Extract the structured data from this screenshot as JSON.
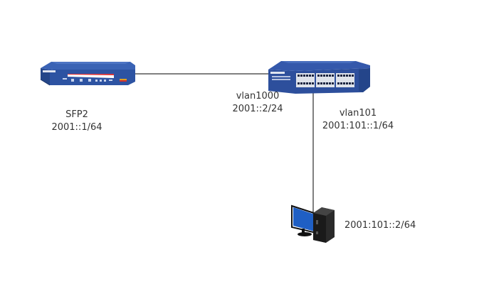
{
  "diagram": {
    "title": "",
    "nodes": [
      {
        "id": "router",
        "type": "router",
        "icon": "router-icon",
        "labels": [
          "SFP2",
          "2001::1/64"
        ]
      },
      {
        "id": "switch",
        "type": "switch",
        "icon": "switch-icon",
        "labels": [
          "vlan1000",
          "2001::2/24"
        ],
        "labels_secondary": [
          "vlan101",
          "2001:101::1/64"
        ]
      },
      {
        "id": "pc",
        "type": "workstation",
        "icon": "desktop-computer-icon",
        "labels": [
          "2001:101::2/64"
        ]
      }
    ],
    "edges": [
      {
        "from": "router",
        "to": "switch"
      },
      {
        "from": "switch",
        "to": "pc"
      }
    ],
    "colors": {
      "device_blue": "#2f55a4",
      "device_dark": "#1f3a78",
      "line": "#000000",
      "text": "#333333"
    }
  }
}
